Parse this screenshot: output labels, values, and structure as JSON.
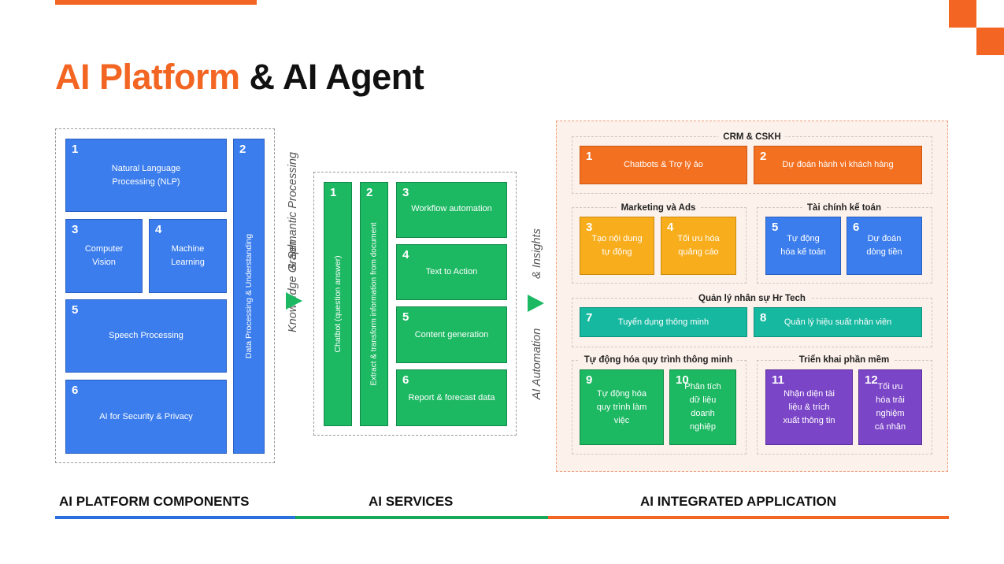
{
  "title": {
    "accent": "AI Platform",
    "rest": " & AI Agent"
  },
  "colors": {
    "accent": "#f26522",
    "blue": "#3b7ded",
    "green": "#1cb862",
    "orange": "#f37021",
    "yellow": "#f8ad1c",
    "teal": "#16b8a0",
    "purple": "#7b45c7"
  },
  "platform": {
    "items": [
      {
        "num": "1",
        "label": "Natural Language Processing (NLP)"
      },
      {
        "num": "2",
        "label": "Data Processing & Understanding"
      },
      {
        "num": "3",
        "label": "Computer Vision"
      },
      {
        "num": "4",
        "label": "Machine Learning"
      },
      {
        "num": "5",
        "label": "Speech Processing"
      },
      {
        "num": "6",
        "label": "AI for Security & Privacy"
      }
    ]
  },
  "flow1": {
    "line1": "Knowledge Graph",
    "line2": "& Semantic Processing"
  },
  "services": {
    "items": [
      {
        "num": "1",
        "label": "Chatbot (question answer)"
      },
      {
        "num": "2",
        "label": "Extract & transform information from document"
      },
      {
        "num": "3",
        "label": "Workflow automation"
      },
      {
        "num": "4",
        "label": "Text to Action"
      },
      {
        "num": "5",
        "label": "Content generation"
      },
      {
        "num": "6",
        "label": "Report & forecast data"
      }
    ]
  },
  "flow2": {
    "line1": "AI Automation",
    "line2": "& Insights"
  },
  "applications": {
    "crm": {
      "title": "CRM & CSKH",
      "items": [
        {
          "num": "1",
          "label": "Chatbots & Trợ lý ảo"
        },
        {
          "num": "2",
          "label": "Dự đoán hành vi khách hàng"
        }
      ]
    },
    "marketing": {
      "title": "Marketing và Ads",
      "items": [
        {
          "num": "3",
          "label": "Tạo nội dung tự động"
        },
        {
          "num": "4",
          "label": "Tối ưu hóa quảng cáo"
        }
      ]
    },
    "finance": {
      "title": "Tài chính kế toán",
      "items": [
        {
          "num": "5",
          "label": "Tự động hóa kế toán"
        },
        {
          "num": "6",
          "label": "Dự đoán dòng tiền"
        }
      ]
    },
    "hr": {
      "title": "Quản lý nhân sự Hr Tech",
      "items": [
        {
          "num": "7",
          "label": "Tuyển dụng thông minh"
        },
        {
          "num": "8",
          "label": "Quản lý hiệu suất nhân viên"
        }
      ]
    },
    "process": {
      "title": "Tự động hóa quy trình thông minh",
      "items": [
        {
          "num": "9",
          "label": "Tự động hóa quy trình làm việc"
        },
        {
          "num": "10",
          "label": "Phân tích dữ liệu doanh nghiệp"
        }
      ]
    },
    "software": {
      "title": "Triển khai phần mềm",
      "items": [
        {
          "num": "11",
          "label": "Nhận diện tài liệu & trích xuất thông tin"
        },
        {
          "num": "12",
          "label": "Tối ưu hóa trải nghiệm cá nhân"
        }
      ]
    }
  },
  "footer": {
    "platform": "AI PLATFORM COMPONENTS",
    "services": "AI SERVICES",
    "applications": "AI INTEGRATED APPLICATION"
  }
}
